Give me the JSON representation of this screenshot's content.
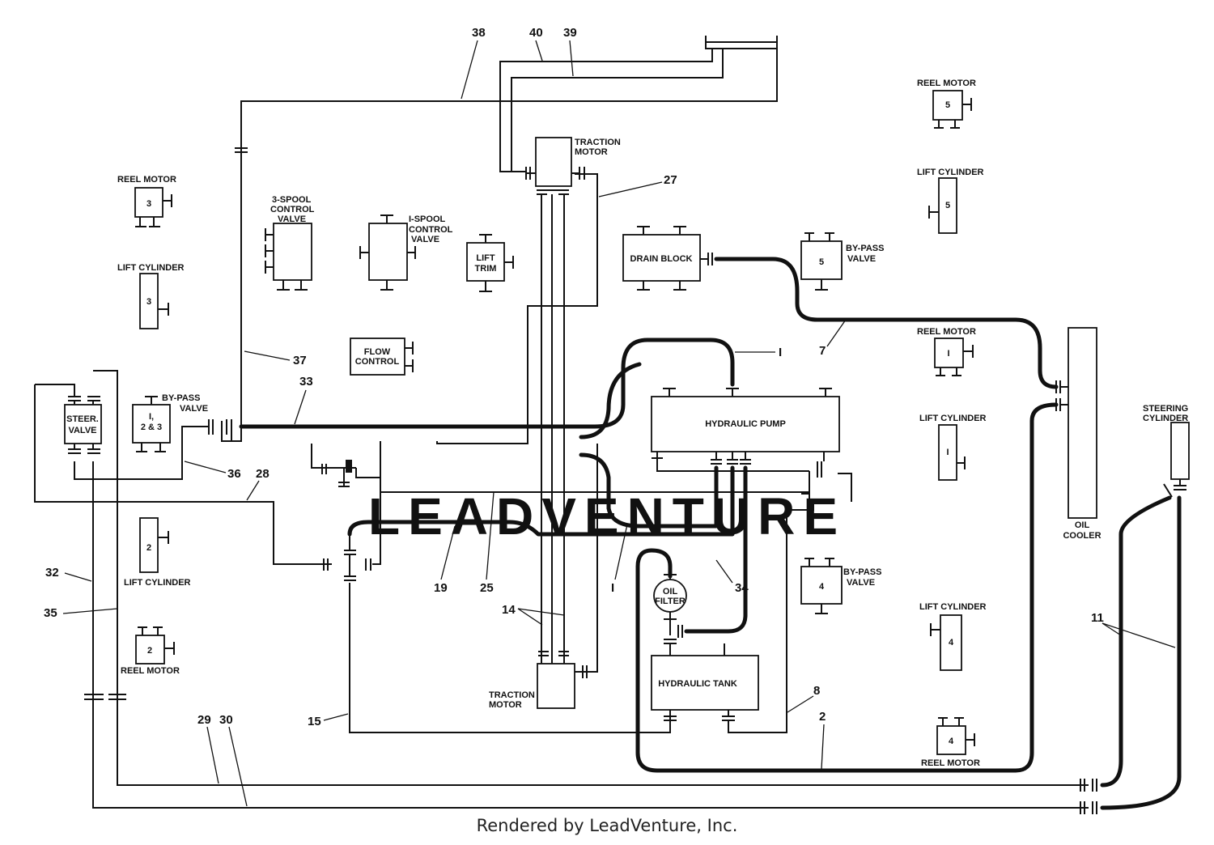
{
  "watermark": "LEADVENTURE",
  "footer": "Rendered by LeadVenture, Inc.",
  "components": {
    "reel_motor_3": "REEL MOTOR",
    "reel_motor_3_num": "3",
    "lift_cyl_3": "LIFT CYLINDER",
    "lift_cyl_3_num": "3",
    "spool3_l1": "3-SPOOL",
    "spool3_l2": "CONTROL",
    "spool3_l3": "VALVE",
    "spool1_l1": "I-SPOOL",
    "spool1_l2": "CONTROL",
    "spool1_l3": "VALVE",
    "lift_trim_l1": "LIFT",
    "lift_trim_l2": "TRIM",
    "traction_top_l1": "TRACTION",
    "traction_top_l2": "MOTOR",
    "drain_block": "DRAIN BLOCK",
    "bypass5_l1": "BY-PASS",
    "bypass5_l2": "VALVE",
    "bypass5_num": "5",
    "reel_motor_5": "REEL MOTOR",
    "reel_motor_5_num": "5",
    "lift_cyl_5": "LIFT CYLINDER",
    "lift_cyl_5_num": "5",
    "flow_l1": "FLOW",
    "flow_l2": "CONTROL",
    "steer_l1": "STEER.",
    "steer_l2": "VALVE",
    "bypass23_l1": "BY-PASS",
    "bypass23_l2": "VALVE",
    "bypass23_num1": "I,",
    "bypass23_num2": "2 & 3",
    "hydraulic_pump": "HYDRAULIC PUMP",
    "reel_motor_1": "REEL MOTOR",
    "reel_motor_1_num": "I",
    "lift_cyl_1": "LIFT CYLINDER",
    "lift_cyl_1_num": "I",
    "steering_cyl_l1": "STEERING",
    "steering_cyl_l2": "CYLINDER",
    "oil_cooler_l1": "OIL",
    "oil_cooler_l2": "COOLER",
    "lift_cyl_2": "LIFT CYLINDER",
    "lift_cyl_2_num": "2",
    "reel_motor_2": "REEL MOTOR",
    "reel_motor_2_num": "2",
    "oil_filter_l1": "OIL",
    "oil_filter_l2": "FILTER",
    "bypass4_l1": "BY-PASS",
    "bypass4_l2": "VALVE",
    "bypass4_num": "4",
    "lift_cyl_4": "LIFT CYLINDER",
    "lift_cyl_4_num": "4",
    "hydraulic_tank": "HYDRAULIC TANK",
    "traction_bot_l1": "TRACTION",
    "traction_bot_l2": "MOTOR",
    "reel_motor_4": "REEL MOTOR",
    "reel_motor_4_num": "4"
  },
  "callouts": {
    "c38": "38",
    "c40": "40",
    "c39": "39",
    "c27": "27",
    "c37": "37",
    "c33": "33",
    "c1a": "I",
    "c7": "7",
    "c36": "36",
    "c28": "28",
    "c19": "19",
    "c25": "25",
    "c1b": "I",
    "c34": "34",
    "c32": "32",
    "c35": "35",
    "c14": "14",
    "c11": "11",
    "c8": "8",
    "c15": "15",
    "c2": "2",
    "c29": "29",
    "c30": "30"
  }
}
